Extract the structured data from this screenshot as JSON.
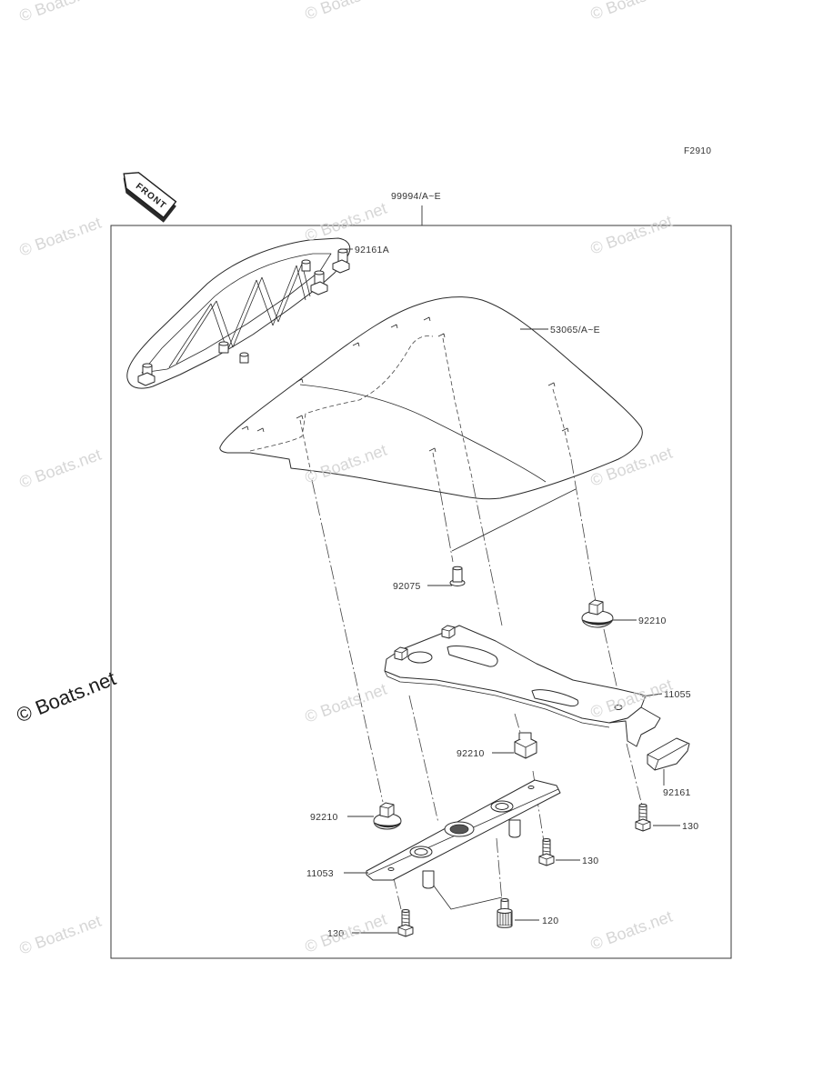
{
  "diagram": {
    "figure_code": "F2910",
    "front_arrow_label": "FRONT",
    "callouts": {
      "assembly": "99994/A~E",
      "frame_pad": "92161A",
      "seat_cover": "53065/A~E",
      "bolt_top": "92075",
      "clip_right": "92210",
      "bracket": "11055",
      "clip_middle": "92210",
      "damper": "92161",
      "clip_left": "92210",
      "bolt_right": "130",
      "bolt_middle": "130",
      "plate": "11053",
      "bolt_lower": "120",
      "bolt_bottom": "130"
    }
  },
  "watermark": {
    "text": "© Boats.net"
  },
  "icons": {
    "front_arrow": "front-arrow-icon"
  },
  "colors": {
    "background": "#ffffff",
    "line": "#2b2b2b",
    "label": "#333333",
    "watermark": "#cfcfcf",
    "watermark_large": "#1c1c1c"
  }
}
